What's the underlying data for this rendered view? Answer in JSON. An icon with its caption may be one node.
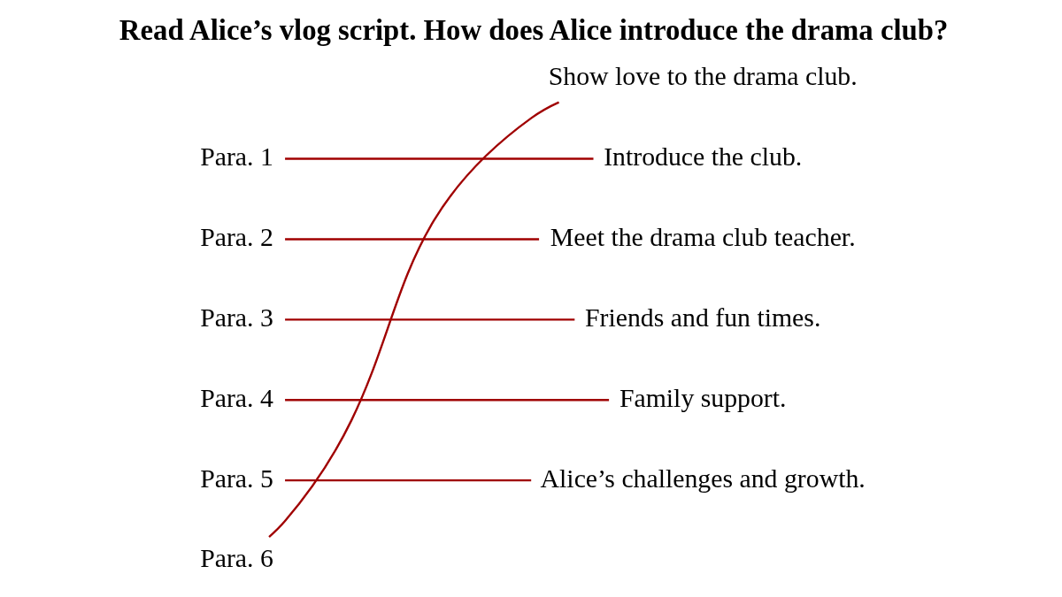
{
  "diagram": {
    "title": "Read Alice’s vlog script. How does Alice introduce the drama club?",
    "nodes": [
      {
        "text": [
          "Para. 1"
        ]
      },
      {
        "text": [
          "Para. 2"
        ]
      },
      {
        "text": [
          "Para. 3"
        ]
      },
      {
        "text": [
          "Para. 4"
        ]
      },
      {
        "text": [
          "Para. 5"
        ]
      },
      {
        "text": [
          "Para. 6"
        ]
      },
      {
        "text": [
          "Show love to the drama club."
        ]
      },
      {
        "text": [
          "Introduce the club."
        ]
      },
      {
        "text": [
          "Meet the drama club teacher."
        ]
      },
      {
        "text": [
          "Friends and fun times."
        ]
      },
      {
        "text": [
          "Family support."
        ]
      },
      {
        "text": [
          "Alice’s challenges and growth."
        ]
      }
    ],
    "edges": [
      {
        "from": 0,
        "to": 7,
        "arrow": "none"
      },
      {
        "from": 1,
        "to": 8,
        "arrow": "none"
      },
      {
        "from": 2,
        "to": 9,
        "arrow": "none"
      },
      {
        "from": 3,
        "to": 10,
        "arrow": "none"
      },
      {
        "from": 4,
        "to": 11,
        "arrow": "none"
      },
      {
        "from": 5,
        "to": 6,
        "arrow": "none"
      }
    ]
  }
}
